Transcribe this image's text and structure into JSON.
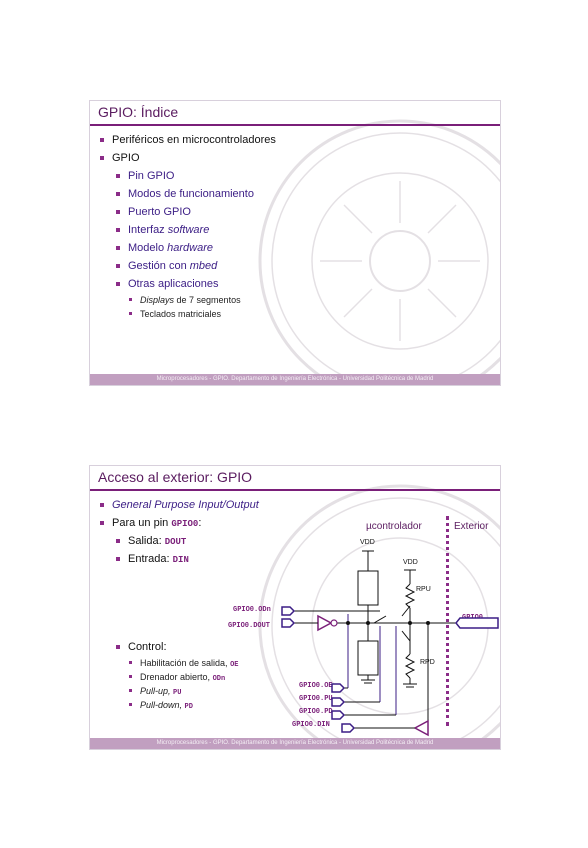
{
  "slide1": {
    "title": "GPIO: Índice",
    "items": [
      "Periféricos en microcontroladores",
      "GPIO",
      "Pin GPIO",
      "Modos de funcionamiento",
      "Puerto GPIO",
      "Interfaz",
      "software",
      "Modelo",
      "hardware",
      "Gestión con",
      "mbed",
      "Otras aplicaciones",
      "Displays",
      "de 7 segmentos",
      "Teclados matriciales"
    ],
    "footer": "Microprocesadores - GPIO. Departamento de Ingeniería Electrónica - Universidad Politécnica de Madrid"
  },
  "slide2": {
    "title": "Acceso al exterior: GPIO",
    "items": [
      "General Purpose Input/Output",
      "Para un pin",
      "GPIO0",
      ":",
      "Salida:",
      "DOUT",
      "Entrada:",
      "DIN",
      "Control:",
      "Habilitación de salida,",
      "OE",
      "Drenador abierto,",
      "ODn",
      "Pull-up,",
      "PU",
      "Pull-down,",
      "PD"
    ],
    "diagram": {
      "micro_label": "µcontrolador",
      "ext_label": "Exterior",
      "vdd1": "VDD",
      "vdd2": "VDD",
      "rpu": "RPU",
      "rpd": "RPD",
      "pin": "GPIO0",
      "signals": [
        "GPIO0.ODn",
        "GPIO0.DOUT",
        "GPIO0.OE",
        "GPIO0.PU",
        "GPIO0.PD",
        "GPIO0.DIN"
      ]
    },
    "footer": "Microprocesadores - GPIO. Departamento de Ingeniería Electrónica - Universidad Politécnica de Madrid"
  },
  "colors": {
    "accent": "#7a1f79",
    "item_blue": "#3b1d85",
    "footer_bg": "#c19fc0"
  }
}
